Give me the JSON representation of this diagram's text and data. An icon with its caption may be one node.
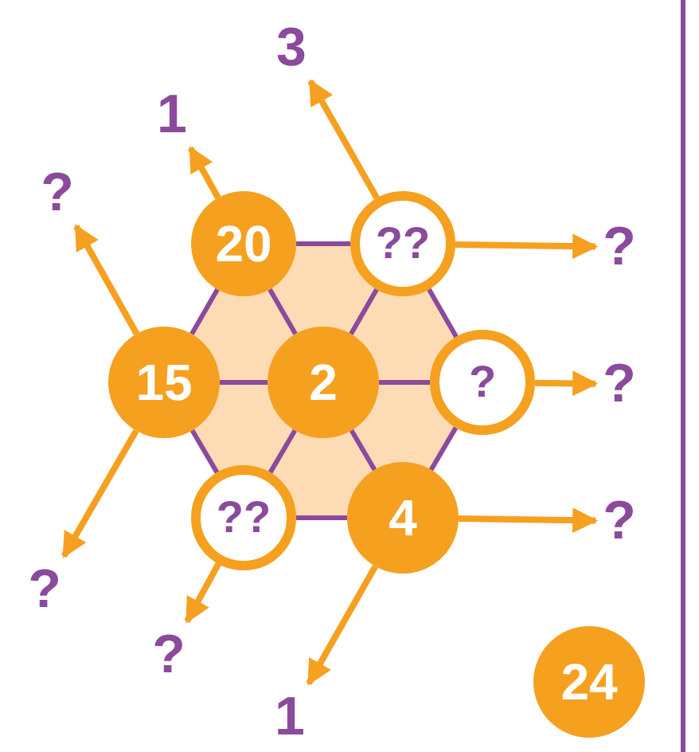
{
  "diagram": {
    "nodes": [
      {
        "text": [
          "3"
        ]
      },
      {
        "text": [
          "1"
        ]
      },
      {
        "text": [
          "?"
        ]
      },
      {
        "text": [
          "20"
        ]
      },
      {
        "text": [
          "??"
        ]
      },
      {
        "text": [
          "?"
        ]
      },
      {
        "text": [
          "15"
        ]
      },
      {
        "text": [
          "2"
        ]
      },
      {
        "text": [
          "?"
        ]
      },
      {
        "text": [
          "?"
        ]
      },
      {
        "text": [
          "??"
        ]
      },
      {
        "text": [
          "4"
        ]
      },
      {
        "text": [
          "?"
        ]
      },
      {
        "text": [
          "?"
        ]
      },
      {
        "text": [
          "?"
        ]
      },
      {
        "text": [
          "1"
        ]
      },
      {
        "text": [
          "24"
        ]
      }
    ],
    "edges": [
      {
        "from": 3,
        "to": 4,
        "arrow": "none"
      },
      {
        "from": 4,
        "to": 8,
        "arrow": "none"
      },
      {
        "from": 8,
        "to": 11,
        "arrow": "none"
      },
      {
        "from": 11,
        "to": 10,
        "arrow": "none"
      },
      {
        "from": 10,
        "to": 6,
        "arrow": "none"
      },
      {
        "from": 6,
        "to": 3,
        "arrow": "none"
      },
      {
        "from": 7,
        "to": 3,
        "arrow": "none"
      },
      {
        "from": 7,
        "to": 4,
        "arrow": "none"
      },
      {
        "from": 7,
        "to": 8,
        "arrow": "none"
      },
      {
        "from": 7,
        "to": 11,
        "arrow": "none"
      },
      {
        "from": 7,
        "to": 10,
        "arrow": "none"
      },
      {
        "from": 7,
        "to": 6,
        "arrow": "none"
      },
      {
        "from": 3,
        "to": 1,
        "arrow": "to",
        "color": "#f5a01f"
      },
      {
        "from": 4,
        "to": 0,
        "arrow": "to",
        "color": "#f5a01f"
      },
      {
        "from": 6,
        "to": 2,
        "arrow": "to",
        "color": "#f5a01f"
      },
      {
        "from": 4,
        "to": 5,
        "arrow": "to",
        "color": "#f5a01f"
      },
      {
        "from": 8,
        "to": 9,
        "arrow": "to",
        "color": "#f5a01f"
      },
      {
        "from": 11,
        "to": 12,
        "arrow": "to",
        "color": "#f5a01f"
      },
      {
        "from": 6,
        "to": 13,
        "arrow": "to",
        "color": "#f5a01f"
      },
      {
        "from": 10,
        "to": 14,
        "arrow": "to",
        "color": "#f5a01f"
      },
      {
        "from": 11,
        "to": 15,
        "arrow": "to",
        "color": "#f5a01f"
      }
    ]
  }
}
